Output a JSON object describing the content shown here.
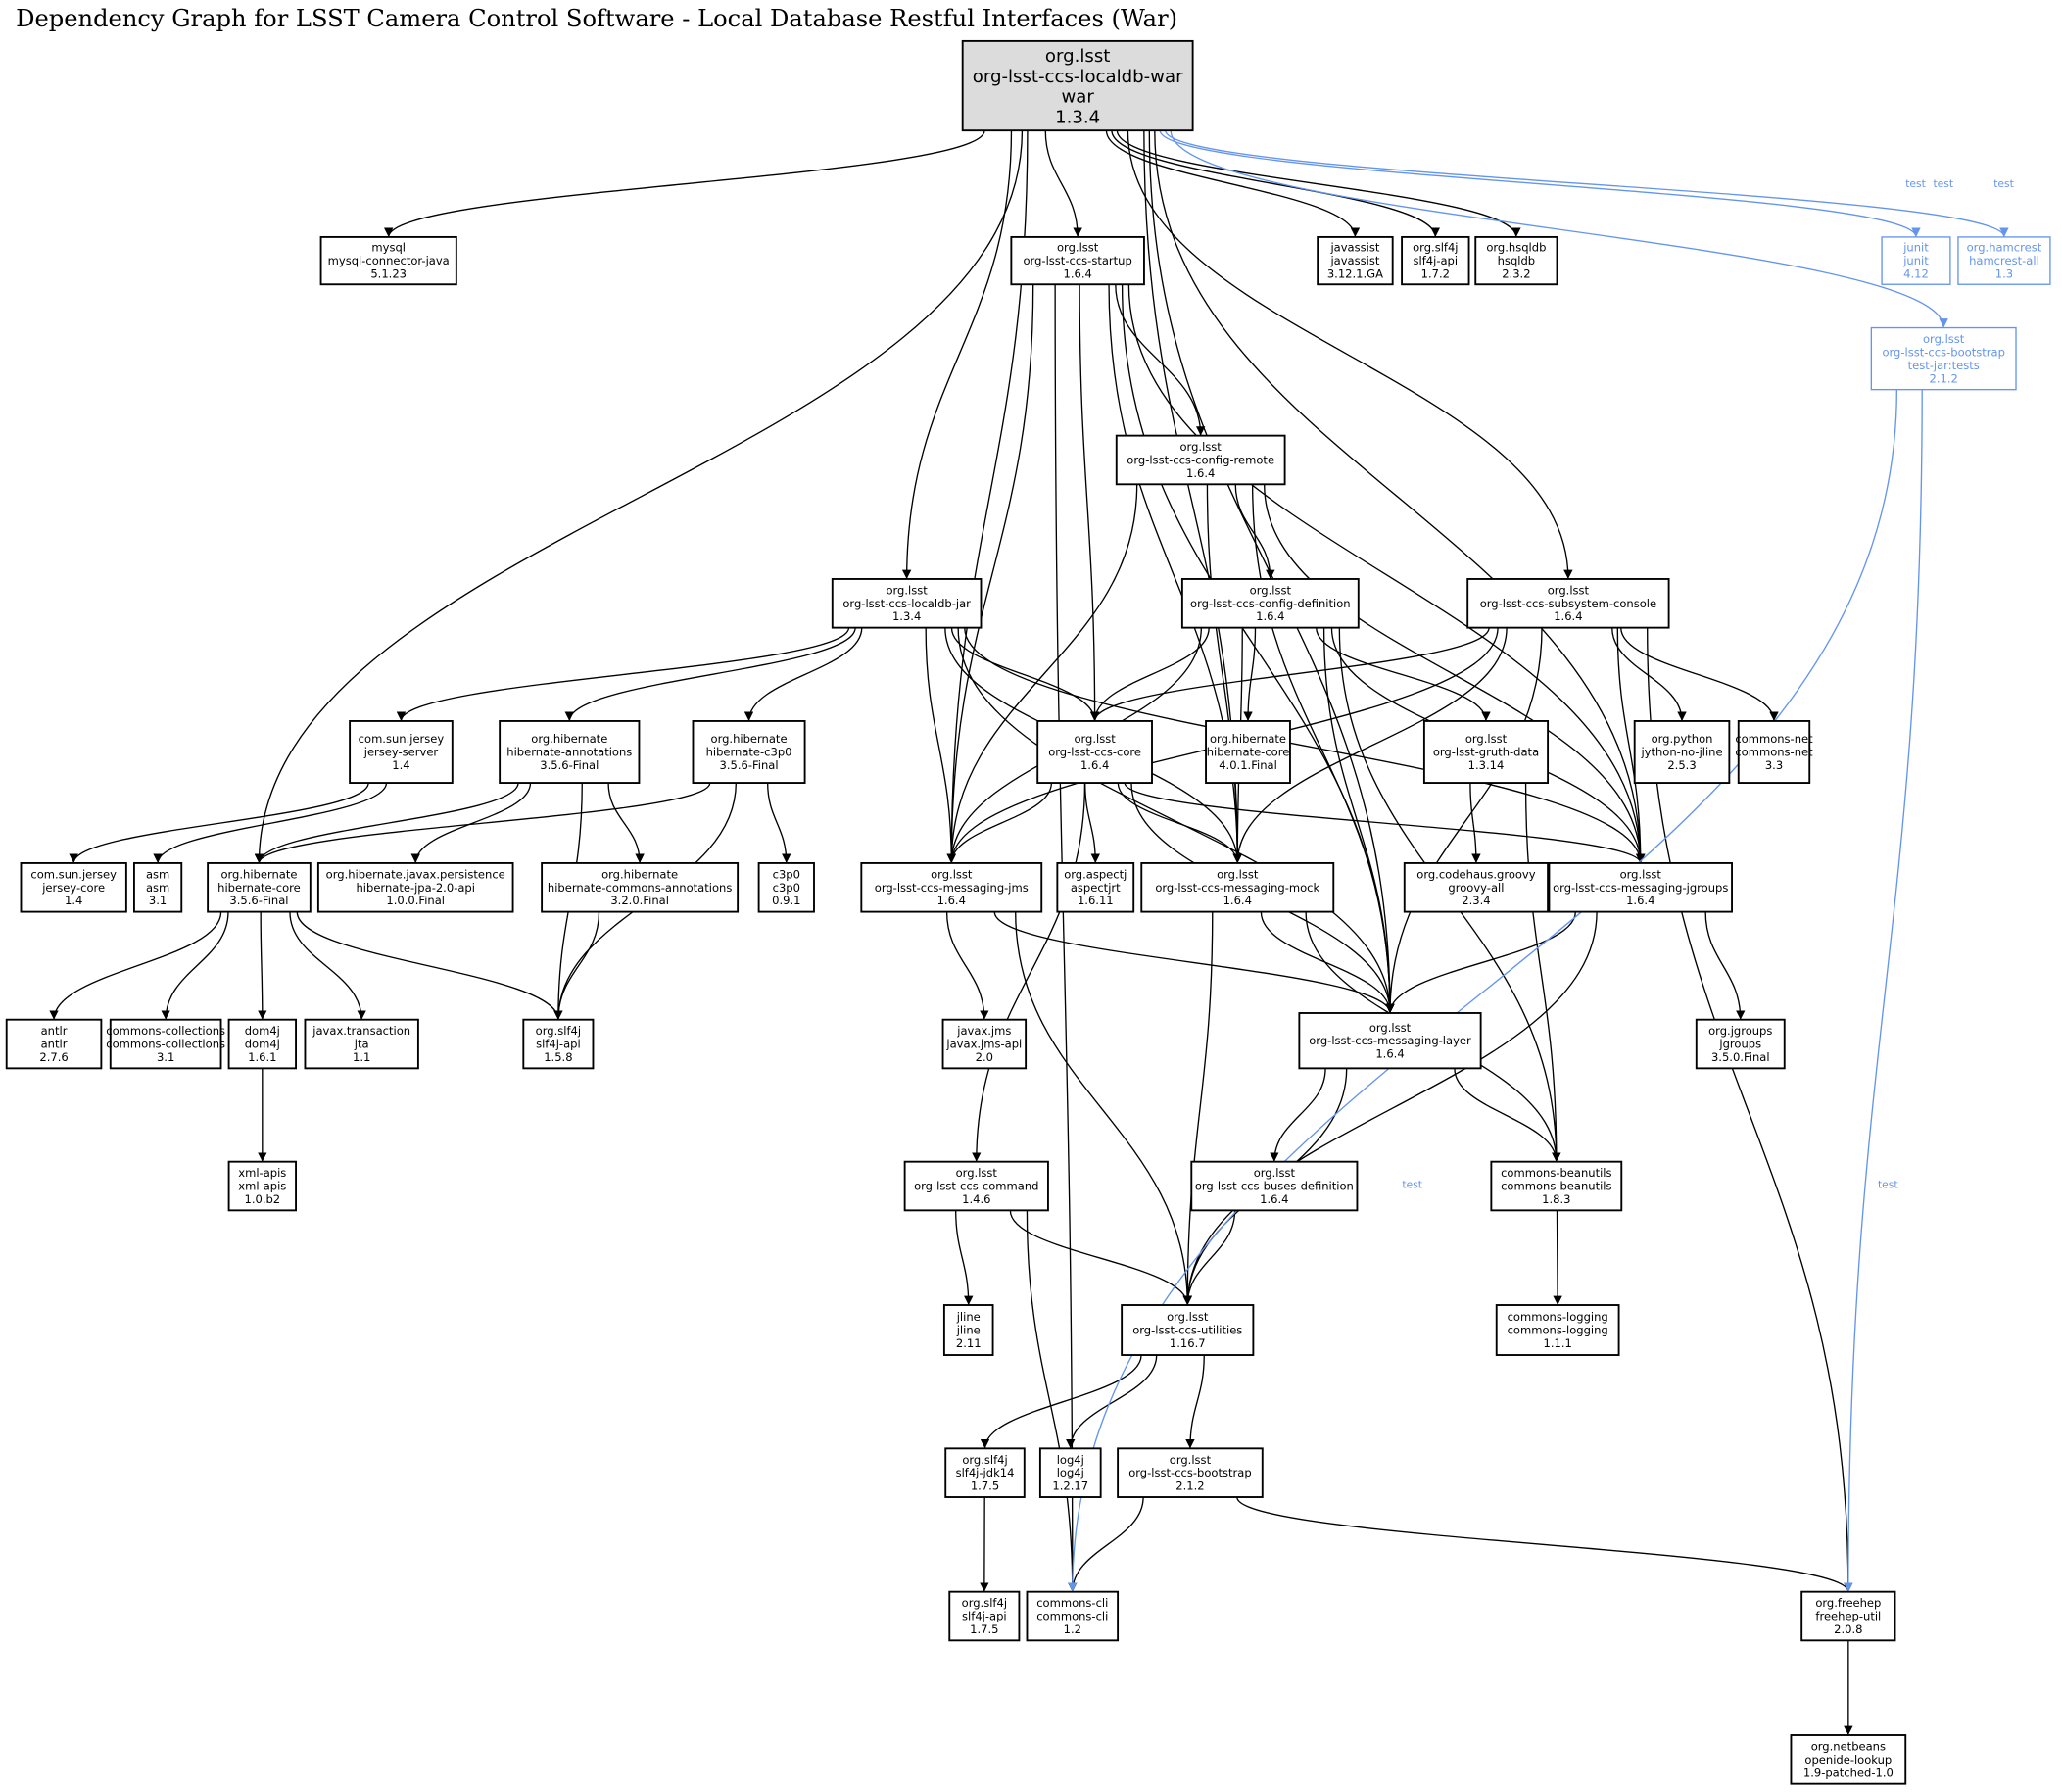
{
  "title": "Dependency Graph for LSST Camera Control Software - Local Database Restful Interfaces (War)",
  "colors": {
    "default": "#000000",
    "test": "#6495ED",
    "root_fill": "#DCDCDC"
  },
  "nodes": [
    {
      "id": "root",
      "lines": [
        "org.lsst",
        "org-lsst-ccs-localdb-war",
        "war",
        "1.3.4"
      ],
      "root": true
    },
    {
      "id": "mysql",
      "lines": [
        "mysql",
        "mysql-connector-java",
        "5.1.23"
      ]
    },
    {
      "id": "startup",
      "lines": [
        "org.lsst",
        "org-lsst-ccs-startup",
        "1.6.4"
      ]
    },
    {
      "id": "javassist",
      "lines": [
        "javassist",
        "javassist",
        "3.12.1.GA"
      ]
    },
    {
      "id": "slf4j172",
      "lines": [
        "org.slf4j",
        "slf4j-api",
        "1.7.2"
      ]
    },
    {
      "id": "hsqldb",
      "lines": [
        "org.hsqldb",
        "hsqldb",
        "2.3.2"
      ]
    },
    {
      "id": "junit",
      "lines": [
        "junit",
        "junit",
        "4.12"
      ],
      "test": true
    },
    {
      "id": "hamcrest",
      "lines": [
        "org.hamcrest",
        "hamcrest-all",
        "1.3"
      ],
      "test": true
    },
    {
      "id": "bootstrap_test",
      "lines": [
        "org.lsst",
        "org-lsst-ccs-bootstrap",
        "test-jar:tests",
        "2.1.2"
      ],
      "test": true
    },
    {
      "id": "config_remote",
      "lines": [
        "org.lsst",
        "org-lsst-ccs-config-remote",
        "1.6.4"
      ]
    },
    {
      "id": "localdb_jar",
      "lines": [
        "org.lsst",
        "org-lsst-ccs-localdb-jar",
        "1.3.4"
      ]
    },
    {
      "id": "config_def",
      "lines": [
        "org.lsst",
        "org-lsst-ccs-config-definition",
        "1.6.4"
      ]
    },
    {
      "id": "subsystem_console",
      "lines": [
        "org.lsst",
        "org-lsst-ccs-subsystem-console",
        "1.6.4"
      ]
    },
    {
      "id": "jersey_server",
      "lines": [
        "com.sun.jersey",
        "jersey-server",
        "1.4"
      ]
    },
    {
      "id": "hib_annotations",
      "lines": [
        "org.hibernate",
        "hibernate-annotations",
        "3.5.6-Final"
      ]
    },
    {
      "id": "hib_c3p0",
      "lines": [
        "org.hibernate",
        "hibernate-c3p0",
        "3.5.6-Final"
      ]
    },
    {
      "id": "ccs_core",
      "lines": [
        "org.lsst",
        "org-lsst-ccs-core",
        "1.6.4"
      ]
    },
    {
      "id": "hib_core_401",
      "lines": [
        "org.hibernate",
        "hibernate-core",
        "4.0.1.Final"
      ]
    },
    {
      "id": "gruth_data",
      "lines": [
        "org.lsst",
        "org-lsst-gruth-data",
        "1.3.14"
      ]
    },
    {
      "id": "python",
      "lines": [
        "org.python",
        "jython-no-jline",
        "2.5.3"
      ]
    },
    {
      "id": "commons_net",
      "lines": [
        "commons-net",
        "commons-net",
        "3.3"
      ]
    },
    {
      "id": "jersey_core",
      "lines": [
        "com.sun.jersey",
        "jersey-core",
        "1.4"
      ]
    },
    {
      "id": "asm",
      "lines": [
        "asm",
        "asm",
        "3.1"
      ]
    },
    {
      "id": "hib_core_356",
      "lines": [
        "org.hibernate",
        "hibernate-core",
        "3.5.6-Final"
      ]
    },
    {
      "id": "jpa",
      "lines": [
        "org.hibernate.javax.persistence",
        "hibernate-jpa-2.0-api",
        "1.0.0.Final"
      ]
    },
    {
      "id": "hib_commons_ann",
      "lines": [
        "org.hibernate",
        "hibernate-commons-annotations",
        "3.2.0.Final"
      ]
    },
    {
      "id": "c3p0",
      "lines": [
        "c3p0",
        "c3p0",
        "0.9.1"
      ]
    },
    {
      "id": "messaging_jms",
      "lines": [
        "org.lsst",
        "org-lsst-ccs-messaging-jms",
        "1.6.4"
      ]
    },
    {
      "id": "aspectj",
      "lines": [
        "org.aspectj",
        "aspectjrt",
        "1.6.11"
      ]
    },
    {
      "id": "messaging_mock",
      "lines": [
        "org.lsst",
        "org-lsst-ccs-messaging-mock",
        "1.6.4"
      ]
    },
    {
      "id": "groovy",
      "lines": [
        "org.codehaus.groovy",
        "groovy-all",
        "2.3.4"
      ]
    },
    {
      "id": "jgroups_ccs",
      "lines": [
        "org.lsst",
        "org-lsst-ccs-messaging-jgroups",
        "1.6.4"
      ]
    },
    {
      "id": "antlr",
      "lines": [
        "antlr",
        "antlr",
        "2.7.6"
      ]
    },
    {
      "id": "commons_collections",
      "lines": [
        "commons-collections",
        "commons-collections",
        "3.1"
      ]
    },
    {
      "id": "dom4j",
      "lines": [
        "dom4j",
        "dom4j",
        "1.6.1"
      ]
    },
    {
      "id": "jta",
      "lines": [
        "javax.transaction",
        "jta",
        "1.1"
      ]
    },
    {
      "id": "slf4j158",
      "lines": [
        "org.slf4j",
        "slf4j-api",
        "1.5.8"
      ]
    },
    {
      "id": "javax_jms",
      "lines": [
        "javax.jms",
        "javax.jms-api",
        "2.0"
      ]
    },
    {
      "id": "messaging_layer",
      "lines": [
        "org.lsst",
        "org-lsst-ccs-messaging-layer",
        "1.6.4"
      ]
    },
    {
      "id": "jgroups",
      "lines": [
        "org.jgroups",
        "jgroups",
        "3.5.0.Final"
      ]
    },
    {
      "id": "xml_apis",
      "lines": [
        "xml-apis",
        "xml-apis",
        "1.0.b2"
      ]
    },
    {
      "id": "ccs_command",
      "lines": [
        "org.lsst",
        "org-lsst-ccs-command",
        "1.4.6"
      ]
    },
    {
      "id": "buses_def",
      "lines": [
        "org.lsst",
        "org-lsst-ccs-buses-definition",
        "1.6.4"
      ]
    },
    {
      "id": "beanutils",
      "lines": [
        "commons-beanutils",
        "commons-beanutils",
        "1.8.3"
      ]
    },
    {
      "id": "utilities",
      "lines": [
        "org.lsst",
        "org-lsst-ccs-utilities",
        "1.16.7"
      ]
    },
    {
      "id": "jline",
      "lines": [
        "jline",
        "jline",
        "2.11"
      ]
    },
    {
      "id": "commons_logging",
      "lines": [
        "commons-logging",
        "commons-logging",
        "1.1.1"
      ]
    },
    {
      "id": "slf4j_jdk14",
      "lines": [
        "org.slf4j",
        "slf4j-jdk14",
        "1.7.5"
      ]
    },
    {
      "id": "log4j",
      "lines": [
        "log4j",
        "log4j",
        "1.2.17"
      ]
    },
    {
      "id": "ccs_bootstrap",
      "lines": [
        "org.lsst",
        "org-lsst-ccs-bootstrap",
        "2.1.2"
      ]
    },
    {
      "id": "slf4j175",
      "lines": [
        "org.slf4j",
        "slf4j-api",
        "1.7.5"
      ]
    },
    {
      "id": "commons_cli",
      "lines": [
        "commons-cli",
        "commons-cli",
        "1.2"
      ]
    },
    {
      "id": "freehep",
      "lines": [
        "org.freehep",
        "freehep-util",
        "2.0.8"
      ]
    },
    {
      "id": "openide",
      "lines": [
        "org.netbeans",
        "openide-lookup",
        "1.9-patched-1.0"
      ]
    }
  ],
  "edges": [
    [
      "root",
      "mysql"
    ],
    [
      "root",
      "startup"
    ],
    [
      "root",
      "javassist"
    ],
    [
      "root",
      "slf4j172"
    ],
    [
      "root",
      "hsqldb"
    ],
    [
      "root",
      "localdb_jar"
    ],
    [
      "root",
      "subsystem_console"
    ],
    [
      "root",
      "hib_core_356"
    ],
    [
      "root",
      "messaging_jms"
    ],
    [
      "root",
      "messaging_mock"
    ],
    [
      "root",
      "messaging_layer"
    ],
    [
      "root",
      "jgroups_ccs"
    ],
    [
      "root",
      "junit",
      "test"
    ],
    [
      "root",
      "hamcrest",
      "test"
    ],
    [
      "root",
      "bootstrap_test",
      "test"
    ],
    [
      "startup",
      "commons_cli"
    ],
    [
      "startup",
      "messaging_jms"
    ],
    [
      "startup",
      "ccs_core"
    ],
    [
      "startup",
      "messaging_mock"
    ],
    [
      "startup",
      "config_remote"
    ],
    [
      "startup",
      "messaging_layer"
    ],
    [
      "startup",
      "jgroups_ccs"
    ],
    [
      "config_remote",
      "messaging_jms"
    ],
    [
      "config_remote",
      "messaging_mock"
    ],
    [
      "config_remote",
      "config_def"
    ],
    [
      "config_remote",
      "messaging_layer"
    ],
    [
      "config_remote",
      "jgroups_ccs"
    ],
    [
      "localdb_jar",
      "jersey_server"
    ],
    [
      "localdb_jar",
      "hib_annotations"
    ],
    [
      "localdb_jar",
      "hib_c3p0"
    ],
    [
      "localdb_jar",
      "messaging_jms"
    ],
    [
      "localdb_jar",
      "messaging_mock"
    ],
    [
      "localdb_jar",
      "ccs_core"
    ],
    [
      "localdb_jar",
      "messaging_layer"
    ],
    [
      "localdb_jar",
      "jgroups_ccs"
    ],
    [
      "config_def",
      "messaging_jms"
    ],
    [
      "config_def",
      "ccs_core"
    ],
    [
      "config_def",
      "messaging_mock"
    ],
    [
      "config_def",
      "hib_core_401"
    ],
    [
      "config_def",
      "gruth_data"
    ],
    [
      "config_def",
      "messaging_layer"
    ],
    [
      "config_def",
      "jgroups_ccs"
    ],
    [
      "config_def",
      "beanutils"
    ],
    [
      "subsystem_console",
      "ccs_core"
    ],
    [
      "subsystem_console",
      "messaging_jms"
    ],
    [
      "subsystem_console",
      "messaging_mock"
    ],
    [
      "subsystem_console",
      "python"
    ],
    [
      "subsystem_console",
      "commons_net"
    ],
    [
      "subsystem_console",
      "jgroups_ccs"
    ],
    [
      "subsystem_console",
      "messaging_layer"
    ],
    [
      "subsystem_console",
      "freehep"
    ],
    [
      "jersey_server",
      "jersey_core"
    ],
    [
      "jersey_server",
      "asm"
    ],
    [
      "hib_annotations",
      "hib_core_356"
    ],
    [
      "hib_annotations",
      "jpa"
    ],
    [
      "hib_annotations",
      "hib_commons_ann"
    ],
    [
      "hib_annotations",
      "slf4j158"
    ],
    [
      "hib_c3p0",
      "hib_core_356"
    ],
    [
      "hib_c3p0",
      "c3p0"
    ],
    [
      "hib_c3p0",
      "slf4j158"
    ],
    [
      "ccs_core",
      "messaging_jms"
    ],
    [
      "ccs_core",
      "aspectj"
    ],
    [
      "ccs_core",
      "messaging_mock"
    ],
    [
      "ccs_core",
      "jgroups_ccs"
    ],
    [
      "ccs_core",
      "messaging_layer"
    ],
    [
      "ccs_core",
      "ccs_command"
    ],
    [
      "gruth_data",
      "groovy"
    ],
    [
      "gruth_data",
      "beanutils"
    ],
    [
      "hib_core_356",
      "antlr"
    ],
    [
      "hib_core_356",
      "commons_collections"
    ],
    [
      "hib_core_356",
      "dom4j"
    ],
    [
      "hib_core_356",
      "jta"
    ],
    [
      "hib_core_356",
      "slf4j158"
    ],
    [
      "hib_commons_ann",
      "slf4j158"
    ],
    [
      "messaging_jms",
      "javax_jms"
    ],
    [
      "messaging_jms",
      "messaging_layer"
    ],
    [
      "messaging_jms",
      "utilities"
    ],
    [
      "messaging_mock",
      "messaging_layer"
    ],
    [
      "messaging_mock",
      "utilities"
    ],
    [
      "messaging_mock",
      "beanutils"
    ],
    [
      "jgroups_ccs",
      "messaging_layer"
    ],
    [
      "jgroups_ccs",
      "utilities"
    ],
    [
      "jgroups_ccs",
      "jgroups"
    ],
    [
      "dom4j",
      "xml_apis"
    ],
    [
      "messaging_layer",
      "buses_def"
    ],
    [
      "messaging_layer",
      "utilities"
    ],
    [
      "messaging_layer",
      "beanutils"
    ],
    [
      "ccs_command",
      "jline"
    ],
    [
      "ccs_command",
      "utilities"
    ],
    [
      "ccs_command",
      "commons_cli"
    ],
    [
      "buses_def",
      "utilities"
    ],
    [
      "beanutils",
      "commons_logging"
    ],
    [
      "utilities",
      "slf4j_jdk14"
    ],
    [
      "utilities",
      "log4j"
    ],
    [
      "utilities",
      "ccs_bootstrap"
    ],
    [
      "slf4j_jdk14",
      "slf4j175"
    ],
    [
      "ccs_bootstrap",
      "commons_cli"
    ],
    [
      "ccs_bootstrap",
      "freehep"
    ],
    [
      "freehep",
      "openide"
    ],
    [
      "bootstrap_test",
      "commons_cli",
      "test"
    ],
    [
      "bootstrap_test",
      "freehep",
      "test"
    ]
  ]
}
